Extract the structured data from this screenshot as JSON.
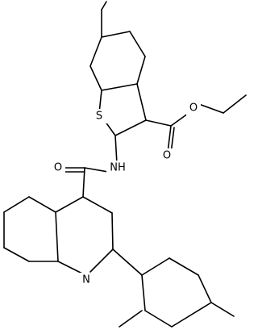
{
  "structure": {
    "atom_labels": {
      "sulfur": "S",
      "amide_nh": "NH",
      "amide_o": "O",
      "ester_o_carbonyl": "O",
      "ester_o_ether": "O",
      "quinoline_n": "N"
    }
  }
}
